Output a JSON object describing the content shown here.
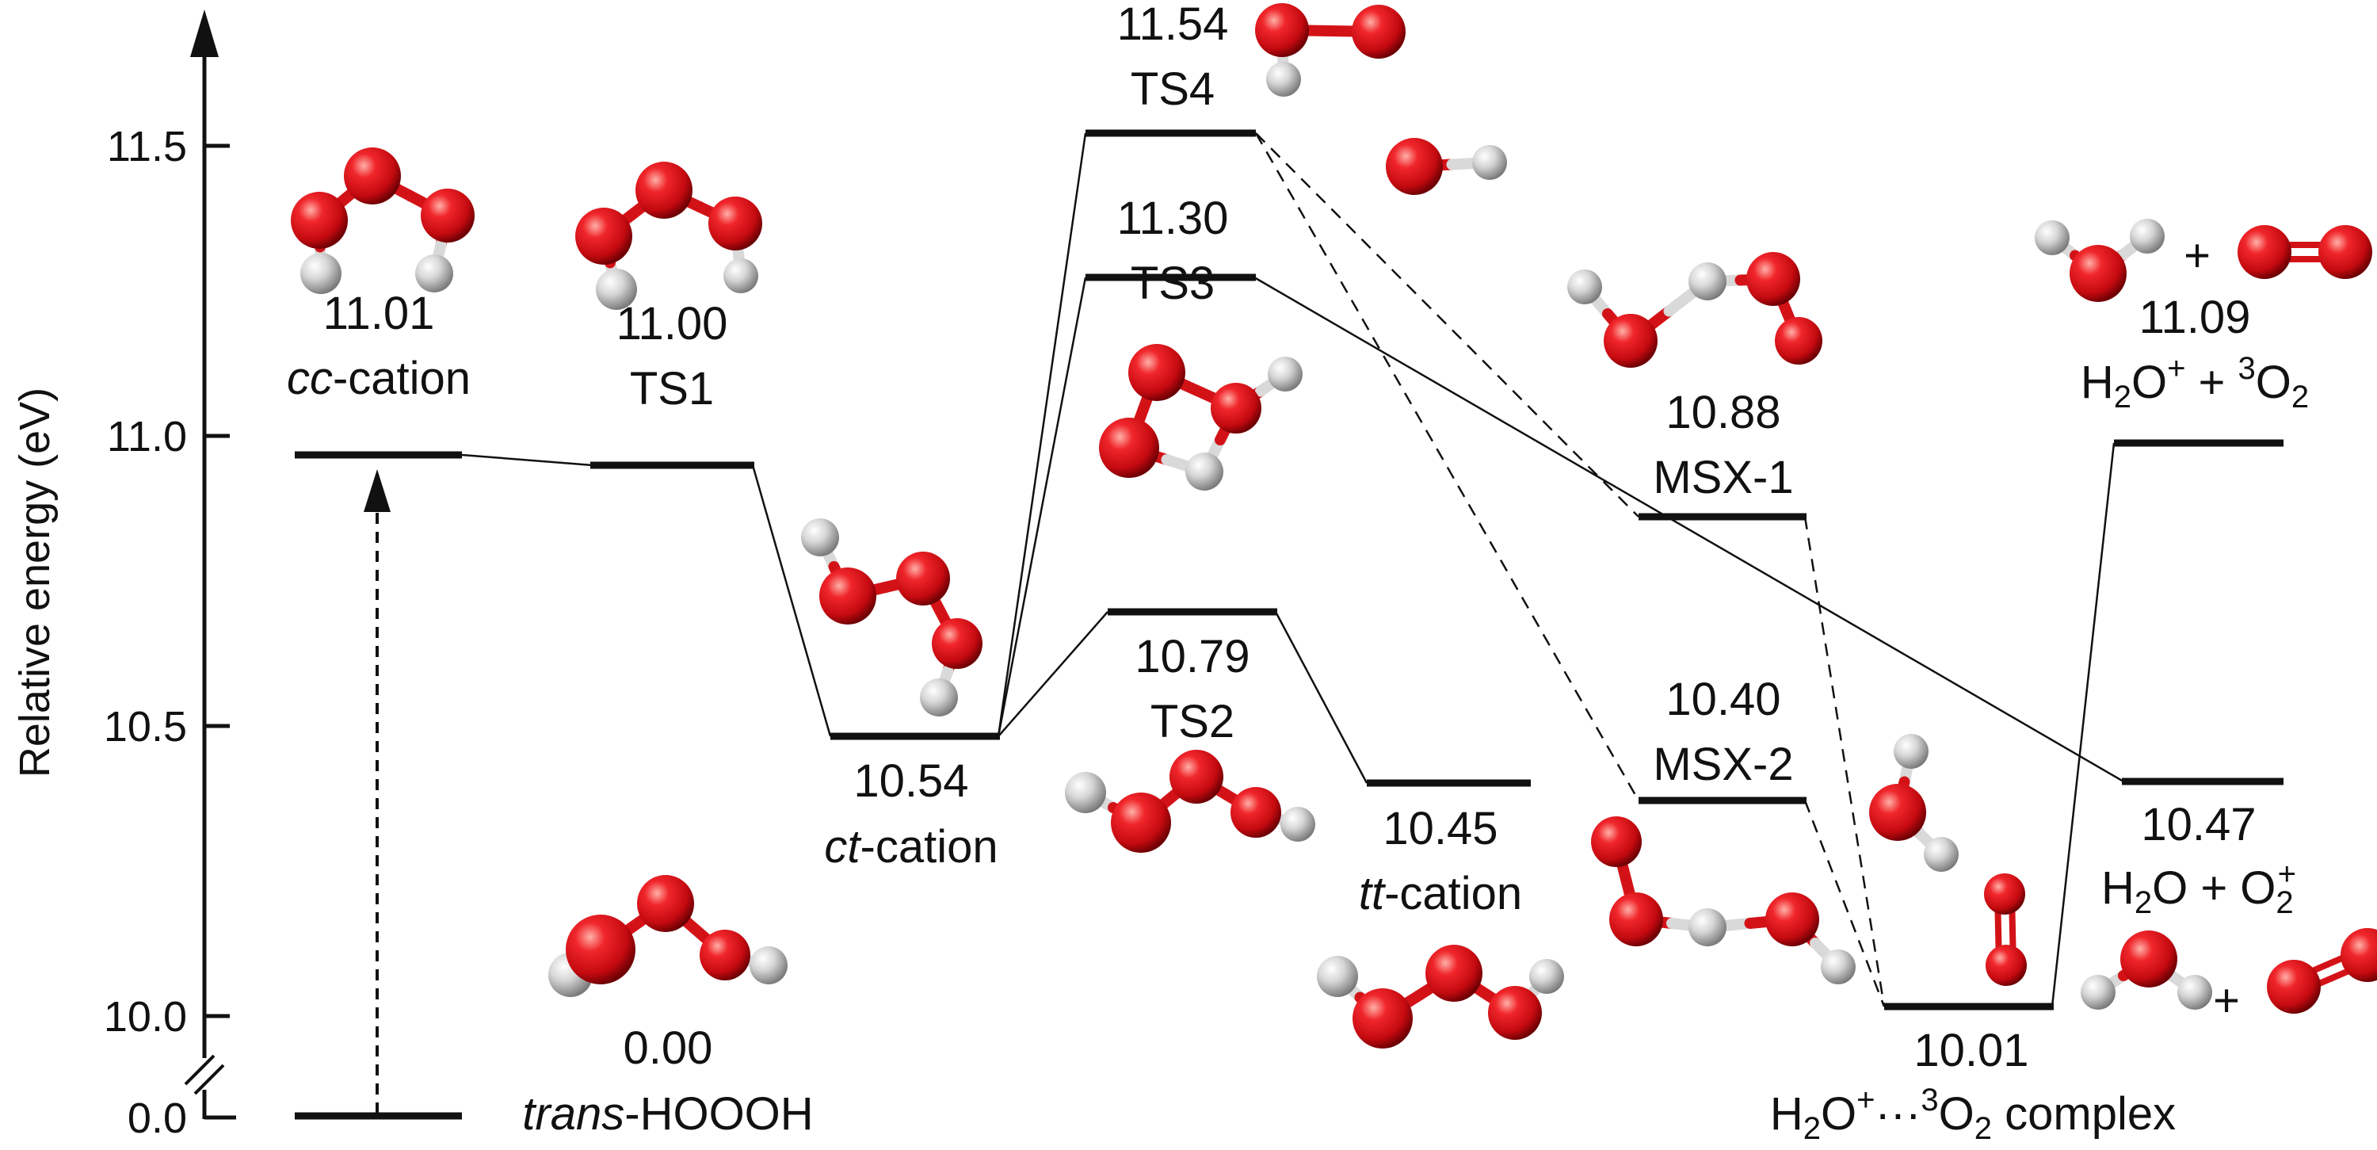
{
  "y_axis": {
    "label": "Relative energy (eV)",
    "ticks": [
      {
        "value": 11.5,
        "label": "11.5"
      },
      {
        "value": 11.0,
        "label": "11.0"
      },
      {
        "value": 10.5,
        "label": "10.5"
      },
      {
        "value": 10.0,
        "label": "10.0"
      },
      {
        "value": 0.0,
        "label": "0.0"
      }
    ],
    "axis_break": true
  },
  "states": [
    {
      "id": "trans-hoooh",
      "energy": "0.00",
      "name_italic": "trans",
      "name_rest": "-HOOOH"
    },
    {
      "id": "cc-cation",
      "energy": "11.01",
      "name_italic": "cc",
      "name_rest": "-cation"
    },
    {
      "id": "ts1",
      "energy": "11.00",
      "name_rest": "TS1"
    },
    {
      "id": "ct-cation",
      "energy": "10.54",
      "name_italic": "ct",
      "name_rest": "-cation"
    },
    {
      "id": "ts4",
      "energy": "11.54",
      "name_rest": "TS4"
    },
    {
      "id": "ts3",
      "energy": "11.30",
      "name_rest": "TS3"
    },
    {
      "id": "ts2",
      "energy": "10.79",
      "name_rest": "TS2"
    },
    {
      "id": "tt-cation",
      "energy": "10.45",
      "name_italic": "tt",
      "name_rest": "-cation"
    },
    {
      "id": "msx-1",
      "energy": "10.88",
      "name_rest": "MSX-1"
    },
    {
      "id": "msx-2",
      "energy": "10.40",
      "name_rest": "MSX-2"
    },
    {
      "id": "complex",
      "energy": "10.01",
      "name": {
        "a": "H",
        "a_sub": "2",
        "b": "O",
        "b_sup": "+",
        "c": "···",
        "d_sup": "3",
        "d": "O",
        "d_sub": "2",
        "e": " complex"
      }
    },
    {
      "id": "h2o-plus-3o2",
      "energy": "11.09",
      "name": {
        "a": "H",
        "a_sub": "2",
        "b": "O",
        "b_sup": "+",
        "c": " + ",
        "d_sup": "3",
        "d": "O",
        "d_sub": "2"
      }
    },
    {
      "id": "h2o-o2plus",
      "energy": "10.47",
      "name": {
        "a": "H",
        "a_sub": "2",
        "b": "O + O",
        "b_sub": "2",
        "b_sup": "+"
      }
    }
  ],
  "plus_sign": "+",
  "colors": {
    "oxygen": "#e0131b",
    "hydrogen": "#cfcfcf",
    "line": "#111111"
  }
}
